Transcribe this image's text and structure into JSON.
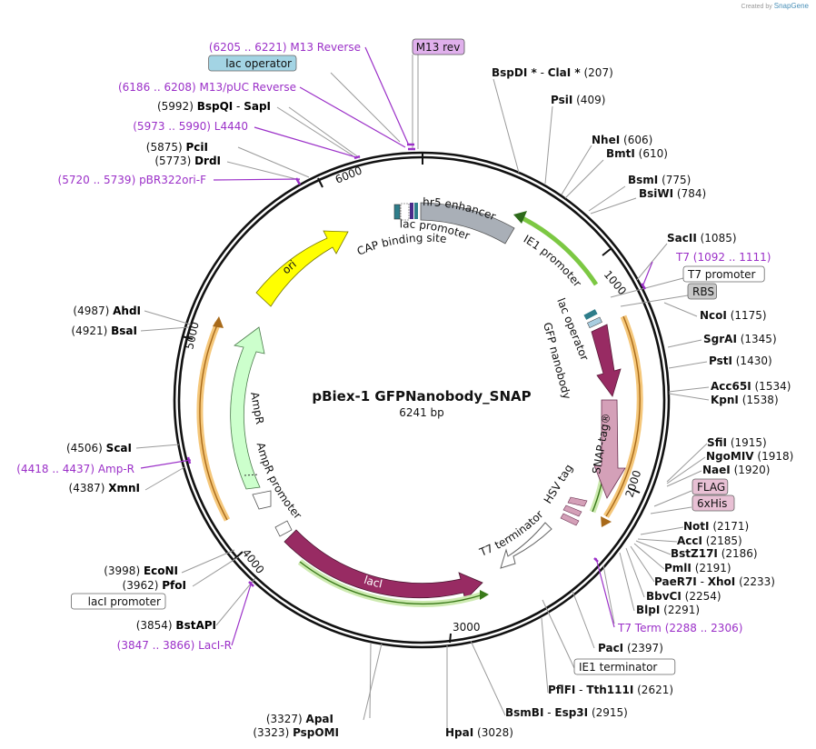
{
  "credit": {
    "prefix": "Created by",
    "brand": "SnapGene"
  },
  "plasmid": {
    "name": "pBiex-1 GFPNanobody_SNAP",
    "size": "6241 bp"
  },
  "tick_labels": [
    "1000",
    "2000",
    "3000",
    "4000",
    "5000",
    "6000"
  ],
  "left_labels": [
    {
      "pos": "(6205 .. 6221)",
      "name": "M13 Reverse",
      "kind": "primer"
    },
    {
      "name": "lac operator",
      "kind": "box",
      "color": "#a3d4e4"
    },
    {
      "pos": "(6186 .. 6208)",
      "name": "M13/pUC Reverse",
      "kind": "primer"
    },
    {
      "pos": "(5992)",
      "name": "BspQI",
      "name2": "SapI",
      "kind": "site"
    },
    {
      "pos": "(5973 .. 5990)",
      "name": "L4440",
      "kind": "primer"
    },
    {
      "pos": "(5875)",
      "name": "PciI",
      "kind": "site"
    },
    {
      "pos": "(5773)",
      "name": "DrdI",
      "kind": "site"
    },
    {
      "pos": "(5720 .. 5739)",
      "name": "pBR322ori-F",
      "kind": "primer"
    },
    {
      "pos": "(4987)",
      "name": "AhdI",
      "kind": "site"
    },
    {
      "pos": "(4921)",
      "name": "BsaI",
      "kind": "site"
    },
    {
      "pos": "(4506)",
      "name": "ScaI",
      "kind": "site"
    },
    {
      "pos": "(4418 .. 4437)",
      "name": "Amp-R",
      "kind": "primer"
    },
    {
      "pos": "(4387)",
      "name": "XmnI",
      "kind": "site"
    },
    {
      "pos": "(3998)",
      "name": "EcoNI",
      "kind": "site"
    },
    {
      "pos": "(3962)",
      "name": "PfoI",
      "kind": "site"
    },
    {
      "name": "lacI promoter",
      "kind": "box",
      "color": "#ffffff"
    },
    {
      "pos": "(3854)",
      "name": "BstAPI",
      "kind": "site"
    },
    {
      "pos": "(3847 .. 3866)",
      "name": "LacI-R",
      "kind": "primer"
    }
  ],
  "right_labels": [
    {
      "name": "BspDI",
      "star": "*",
      "name2": "ClaI",
      "star2": "*",
      "pos": "(207)",
      "kind": "site"
    },
    {
      "name": "PsiI",
      "pos": "(409)",
      "kind": "site"
    },
    {
      "name": "NheI",
      "pos": "(606)",
      "kind": "site"
    },
    {
      "name": "BmtI",
      "pos": "(610)",
      "kind": "site"
    },
    {
      "name": "BsmI",
      "pos": "(775)",
      "kind": "site"
    },
    {
      "name": "BsiWI",
      "pos": "(784)",
      "kind": "site"
    },
    {
      "name": "SacII",
      "pos": "(1085)",
      "kind": "site"
    },
    {
      "name": "T7",
      "pos": "(1092 .. 1111)",
      "kind": "primer"
    },
    {
      "name": "T7 promoter",
      "kind": "box",
      "color": "#ffffff"
    },
    {
      "name": "RBS",
      "kind": "box",
      "color": "#c8c8c8"
    },
    {
      "name": "NcoI",
      "pos": "(1175)",
      "kind": "site"
    },
    {
      "name": "SgrAI",
      "pos": "(1345)",
      "kind": "site"
    },
    {
      "name": "PstI",
      "pos": "(1430)",
      "kind": "site"
    },
    {
      "name": "Acc65I",
      "pos": "(1534)",
      "kind": "site"
    },
    {
      "name": "KpnI",
      "pos": "(1538)",
      "kind": "site"
    },
    {
      "name": "SfiI",
      "pos": "(1915)",
      "kind": "site"
    },
    {
      "name": "NgoMIV",
      "pos": "(1918)",
      "kind": "site"
    },
    {
      "name": "NaeI",
      "pos": "(1920)",
      "kind": "site"
    },
    {
      "name": "FLAG",
      "kind": "box",
      "color": "#e8c0d4"
    },
    {
      "name": "6xHis",
      "kind": "box",
      "color": "#e8c0d4"
    },
    {
      "name": "NotI",
      "pos": "(2171)",
      "kind": "site"
    },
    {
      "name": "AccI",
      "pos": "(2185)",
      "kind": "site"
    },
    {
      "name": "BstZ17I",
      "pos": "(2186)",
      "kind": "site"
    },
    {
      "name": "PmlI",
      "pos": "(2191)",
      "kind": "site"
    },
    {
      "name": "PaeR7I",
      "name2": "XhoI",
      "pos": "(2233)",
      "kind": "site"
    },
    {
      "name": "BbvCI",
      "pos": "(2254)",
      "kind": "site"
    },
    {
      "name": "BlpI",
      "pos": "(2291)",
      "kind": "site"
    },
    {
      "name": "T7 Term",
      "pos": "(2288 .. 2306)",
      "kind": "primer"
    },
    {
      "name": "PacI",
      "pos": "(2397)",
      "kind": "site"
    },
    {
      "name": "IE1 terminator",
      "kind": "box",
      "color": "#ffffff"
    },
    {
      "name": "PflFI",
      "name2": "Tth111I",
      "pos": "(2621)",
      "kind": "site"
    },
    {
      "name": "BsmBI",
      "name2": "Esp3I",
      "pos": "(2915)",
      "kind": "site"
    },
    {
      "name": "HpaI",
      "pos": "(3028)",
      "kind": "site"
    }
  ],
  "bottom_labels": [
    {
      "pos": "(3327)",
      "name": "ApaI",
      "kind": "site"
    },
    {
      "pos": "(3323)",
      "name": "PspOMI",
      "kind": "site"
    }
  ],
  "top_box": {
    "name": "M13 rev",
    "color": "#e0b0ec"
  },
  "features": {
    "hr5": "hr5 enhancer",
    "lac_promoter": "lac promoter",
    "cap": "CAP binding site",
    "ie1": "IE1 promoter",
    "lac_operator": "lac operator",
    "gfp": "GFP nanobody",
    "snap": "SNAP-tag®",
    "hsv": "HSV tag",
    "t7term": "T7 terminator",
    "laci": "lacI",
    "ampr": "AmpR",
    "ampr_promoter": "AmpR promoter",
    "ori": "ori"
  },
  "colors": {
    "primer": "#9b30c8",
    "site": "#000000",
    "ori": "#ffff00",
    "laci": "#982b63",
    "ampr": "#ccffcc",
    "snap": "#d4a0b8",
    "hr5": "#aab0b8",
    "orf": "#ffcc77",
    "green": "#77cc33"
  }
}
